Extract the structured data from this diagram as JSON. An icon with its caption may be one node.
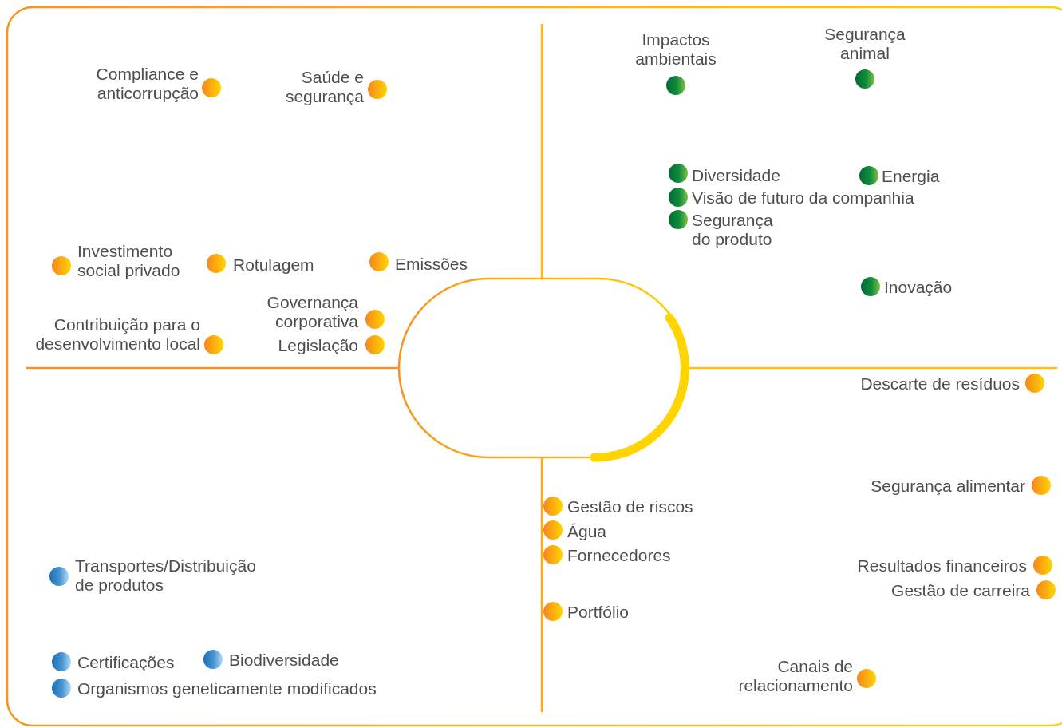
{
  "diagram": {
    "labels": [
      "Impactos ambientais",
      "Segurança animal",
      "Compliance e anticorrupção",
      "Saúde e segurança",
      "Diversidade",
      "Energia",
      "Visão de futuro da companhia",
      "Segurança do produto",
      "Investimento social privado",
      "Rotulagem",
      "Emissões",
      "Inovação",
      "Governança corporativa",
      "Contribuição para o desenvolvimento local",
      "Legislação",
      "Descarte de resíduos",
      "Segurança alimentar",
      "Gestão de riscos",
      "Água",
      "Fornecedores",
      "Resultados financeiros",
      "Transportes/Distribuição de produtos",
      "Gestão de carreira",
      "Portfólio",
      "Certificações",
      "Biodiversidade",
      "Canais de relacionamento",
      "Organismos geneticamente modificados"
    ]
  }
}
